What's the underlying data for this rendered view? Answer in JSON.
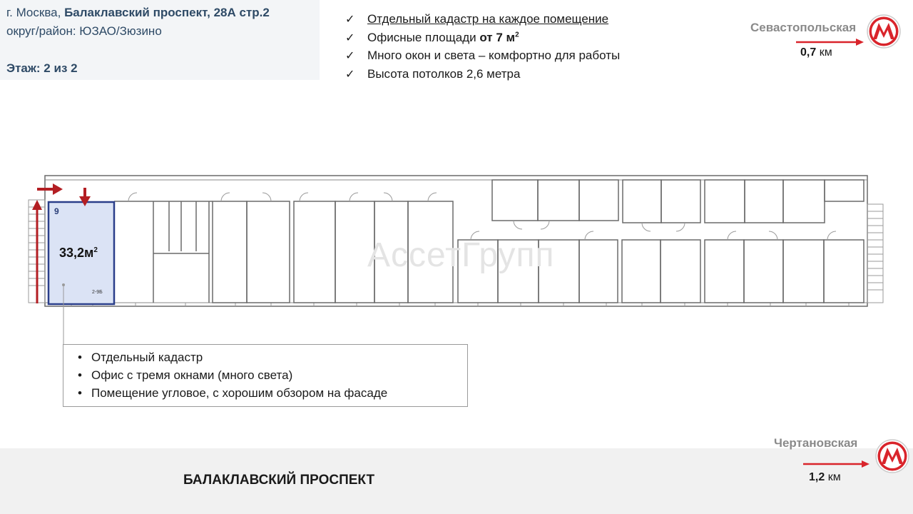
{
  "address": {
    "city": "г. Москва,",
    "street": "Балаклавский проспект, 28А стр.2",
    "district": "округ/район: ЮЗАО/Зюзино",
    "floor": "Этаж: 2 из 2"
  },
  "features": [
    {
      "text": "Отдельный кадастр на каждое помещение"
    },
    {
      "prefix": "Офисные площади ",
      "bold": "от 7 м",
      "sup": "2"
    },
    {
      "text": "Много окон и света – комфортно для работы"
    },
    {
      "text": "Высота потолков 2,6 метра"
    }
  ],
  "check_glyph": "✓",
  "metro": [
    {
      "name": "Севастопольская",
      "distance": "0,7",
      "unit": " км",
      "logo_letter": "М",
      "icon": "metro-icon"
    },
    {
      "name": "Чертановская",
      "distance": "1,2",
      "unit": " км",
      "logo_letter": "М",
      "icon": "metro-icon"
    }
  ],
  "office": {
    "number": "9",
    "area": "33,2м",
    "area_sup": "2",
    "code": "2-9Б"
  },
  "callout": {
    "bullet_glyph": "•",
    "items": [
      "Отдельный кадастр",
      "Офис с тремя окнами (много света)",
      "Помещение угловое, с хорошим обзором на фасаде"
    ]
  },
  "street": {
    "name": "БАЛАКЛАВСКИЙ ПРОСПЕКТ"
  },
  "watermark": "АссетГрупп",
  "colors": {
    "highlight": "#dbe3f5",
    "highlight_border": "#2a3e8a",
    "arrow_red": "#b31e23",
    "metro_red": "#d9242b",
    "address_text": "#2e4a66"
  }
}
